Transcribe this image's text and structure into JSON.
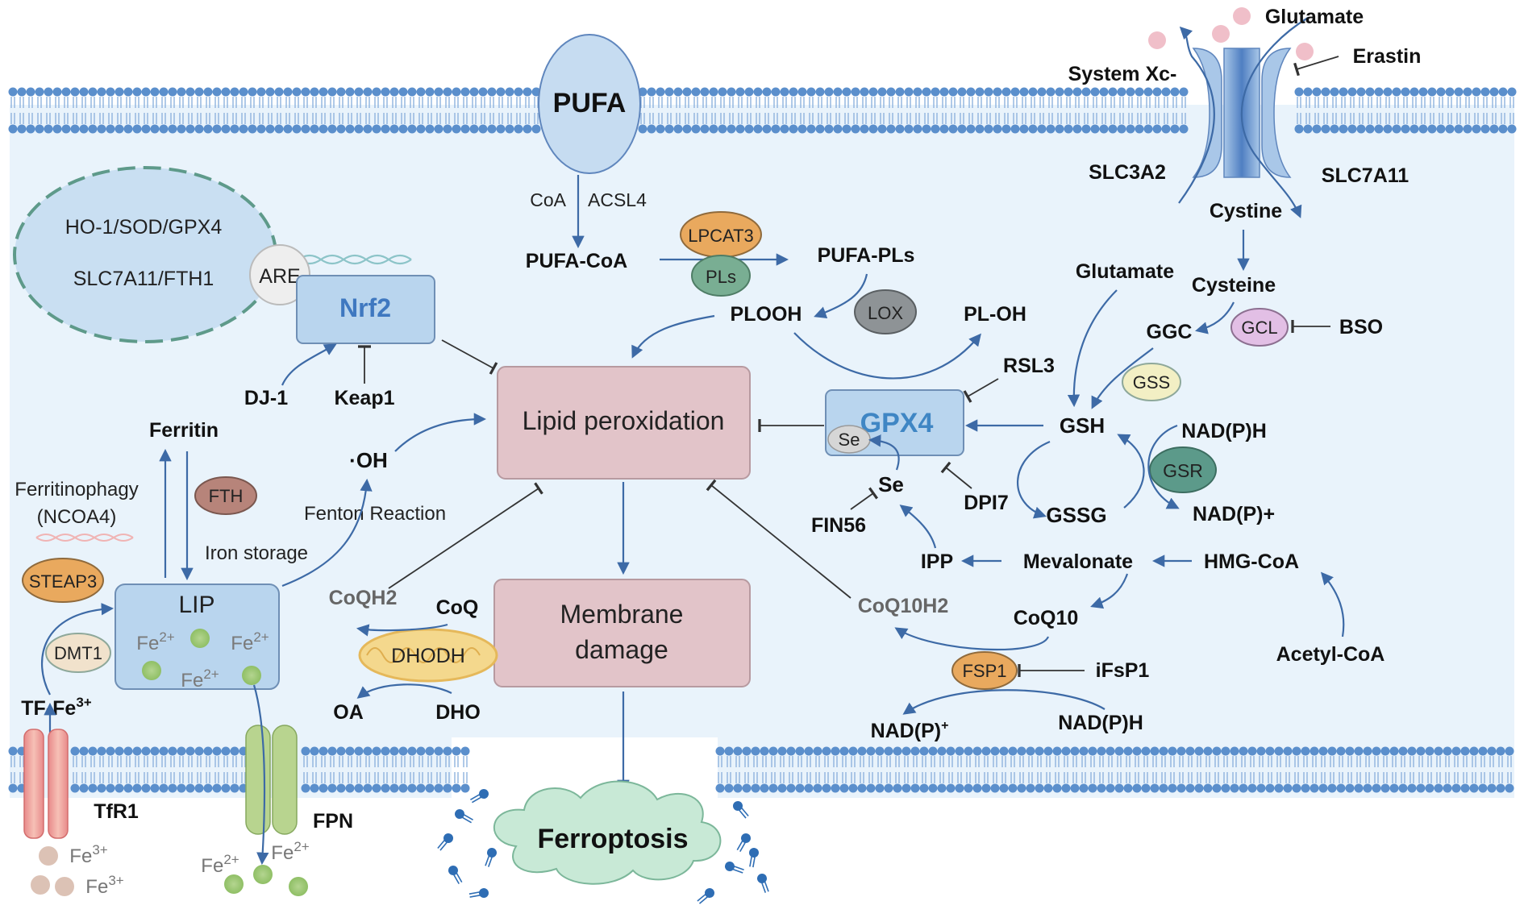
{
  "nodes": {
    "pufa": "PUFA",
    "coa": "CoA",
    "acsl4": "ACSL4",
    "pufa_coa": "PUFA-CoA",
    "lpcat3": "LPCAT3",
    "pls": "PLs",
    "pufa_pls": "PUFA-PLs",
    "plooh": "PLOOH",
    "lox": "LOX",
    "pl_oh": "PL-OH",
    "lipid_peroxidation": "Lipid peroxidation",
    "membrane_damage_1": "Membrane",
    "membrane_damage_2": "damage",
    "ferroptosis": "Ferroptosis",
    "glutamate_out": "Glutamate",
    "erastin": "Erastin",
    "system_xc": "System Xc-",
    "slc3a2": "SLC3A2",
    "slc7a11": "SLC7A11",
    "cystine": "Cystine",
    "cysteine": "Cysteine",
    "glutamate_in": "Glutamate",
    "ggc": "GGC",
    "gcl": "GCL",
    "bso": "BSO",
    "gss": "GSS",
    "gsh": "GSH",
    "gssg": "GSSG",
    "gsr": "GSR",
    "nadph_top": "NAD(P)H",
    "nadp_plus": "NAD(P)+",
    "rsl3": "RSL3",
    "gpx4": "GPX4",
    "se_inner": "Se",
    "se": "Se",
    "dpi7": "DPI7",
    "fin56": "FIN56",
    "ipp": "IPP",
    "mevalonate": "Mevalonate",
    "hmg_coa": "HMG-CoA",
    "acetyl_coa": "Acetyl-CoA",
    "coq10": "CoQ10",
    "coq10h2": "CoQ10H2",
    "fsp1": "FSP1",
    "ifsp1": "iFsP1",
    "nadp_out": "NAD(P)",
    "nadp_out_sup": "+",
    "nadph_bottom": "NAD(P)H",
    "coqh2": "CoQH2",
    "coq": "CoQ",
    "dhodh": "DHODH",
    "oa": "OA",
    "dho": "DHO",
    "ho1_line1": "HO-1/SOD/GPX4",
    "ho1_line2": "SLC7A11/FTH1",
    "are": "ARE",
    "nrf2": "Nrf2",
    "dj1": "DJ-1",
    "keap1": "Keap1",
    "ferritin": "Ferritin",
    "ferritinophagy_1": "Ferritinophagy",
    "ferritinophagy_2": "(NCOA4)",
    "fth": "FTH",
    "iron_storage": "Iron storage",
    "oh_radical": "·OH",
    "fenton": "Fenton Reaction",
    "steap3": "STEAP3",
    "lip": "LIP",
    "fe2": "Fe",
    "fe2_sup": "2+",
    "fe3": "Fe",
    "fe3_sup": "3+",
    "dmt1": "DMT1",
    "tf_fe3": "TF-Fe",
    "tf_fe3_sup": "3+",
    "tfr1": "TfR1",
    "fpn": "FPN"
  },
  "colors": {
    "cell_interior": "#e9f3fb",
    "membrane_head": "#5b8fcc",
    "membrane_tail": "#8fb3de",
    "lipid_box": "#e2c4c9",
    "arrow": "#3d6aa6",
    "nrf2_text": "#3f78c0",
    "gpx4_text": "#3f86c4",
    "nucleus": "#c9dff2",
    "nucleus_border": "#5e9a8a"
  }
}
